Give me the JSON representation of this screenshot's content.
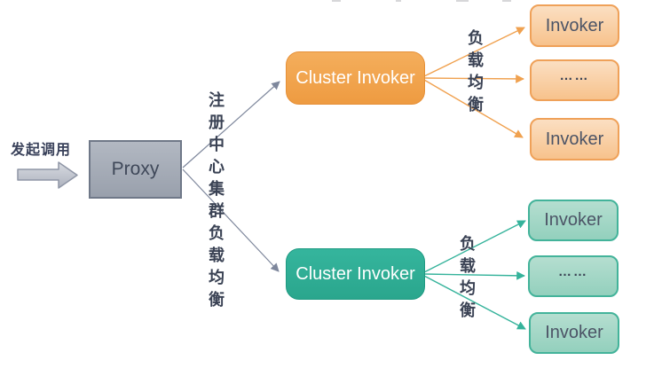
{
  "caller": {
    "label": "发起调用"
  },
  "proxy": {
    "label": "Proxy"
  },
  "registry": {
    "label": "注册中心集群负载均衡"
  },
  "top_group": {
    "cluster_label": "Cluster Invoker",
    "lb_label": "负载均衡",
    "invokers": [
      "Invoker",
      "……",
      "Invoker"
    ]
  },
  "bottom_group": {
    "cluster_label": "Cluster Invoker",
    "lb_label": "负载均衡",
    "invokers": [
      "Invoker",
      "……",
      "Invoker"
    ]
  },
  "colors": {
    "orange_accent": "#F0A24C",
    "orange_light": "#F9D4A8",
    "teal_accent": "#2FAE95",
    "teal_light": "#A5D9C8",
    "proxy_gray": "#A3AAB6",
    "connector_gray": "#7E879C",
    "dark_text": "#3A4254",
    "node_text": "#4C5466",
    "white_text": "#FFFFFF"
  }
}
